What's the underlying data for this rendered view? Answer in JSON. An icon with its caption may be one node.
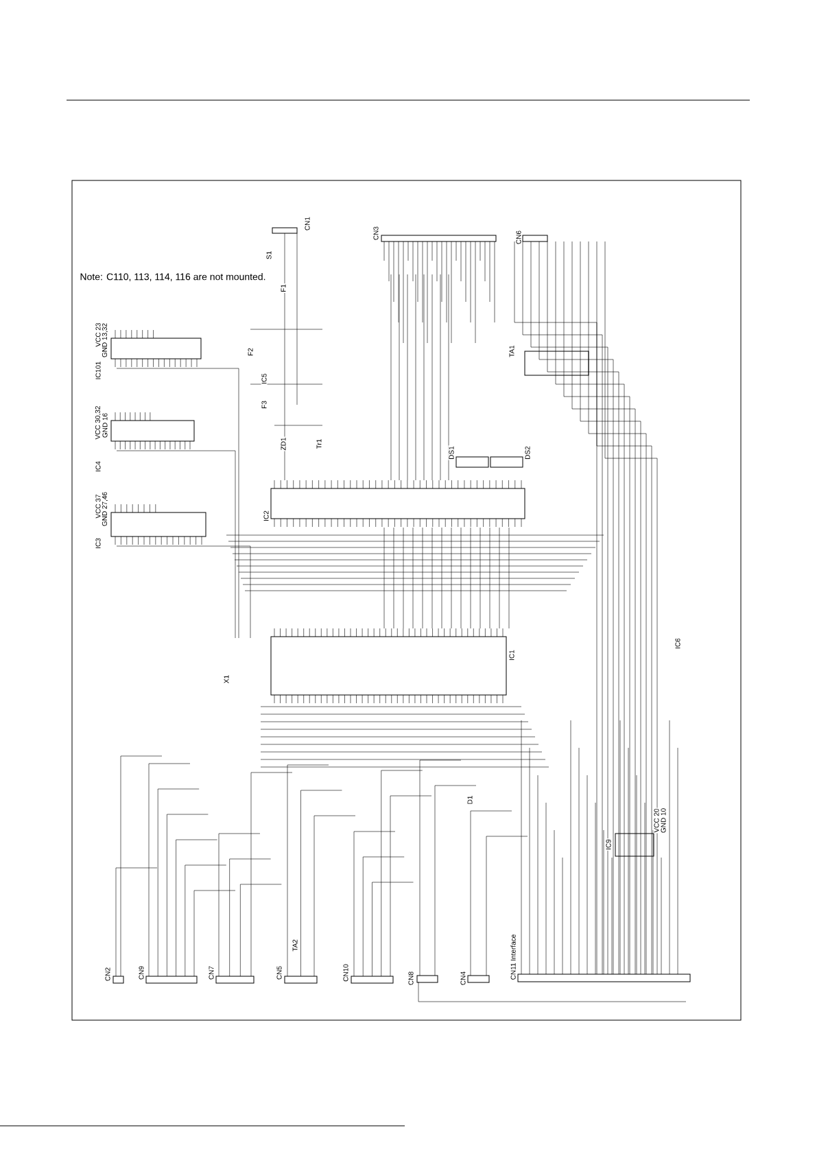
{
  "diagram": {
    "labels": [
      "Note: C110, 113, 114, 116 are not mounted.",
      "IC101",
      "VCC 23",
      "GND 13,32",
      "IC4",
      "VCC 30,32",
      "GND 16",
      "IC3",
      "VCC 37",
      "GND 27,46",
      "CN1",
      "S1",
      "F1",
      "F2",
      "IC5",
      "F3",
      "ZD1",
      "Tr1",
      "CN3",
      "CN6",
      "TA1",
      "DS1",
      "DS2",
      "IC2",
      "X1",
      "IC1",
      "IC6",
      "CN2",
      "CN9",
      "CN7",
      "CN5",
      "TA2",
      "CN10",
      "CN8",
      "CN4",
      "D1",
      "CN11 Interface",
      "IC9",
      "VCC 20",
      "GND 10"
    ]
  }
}
